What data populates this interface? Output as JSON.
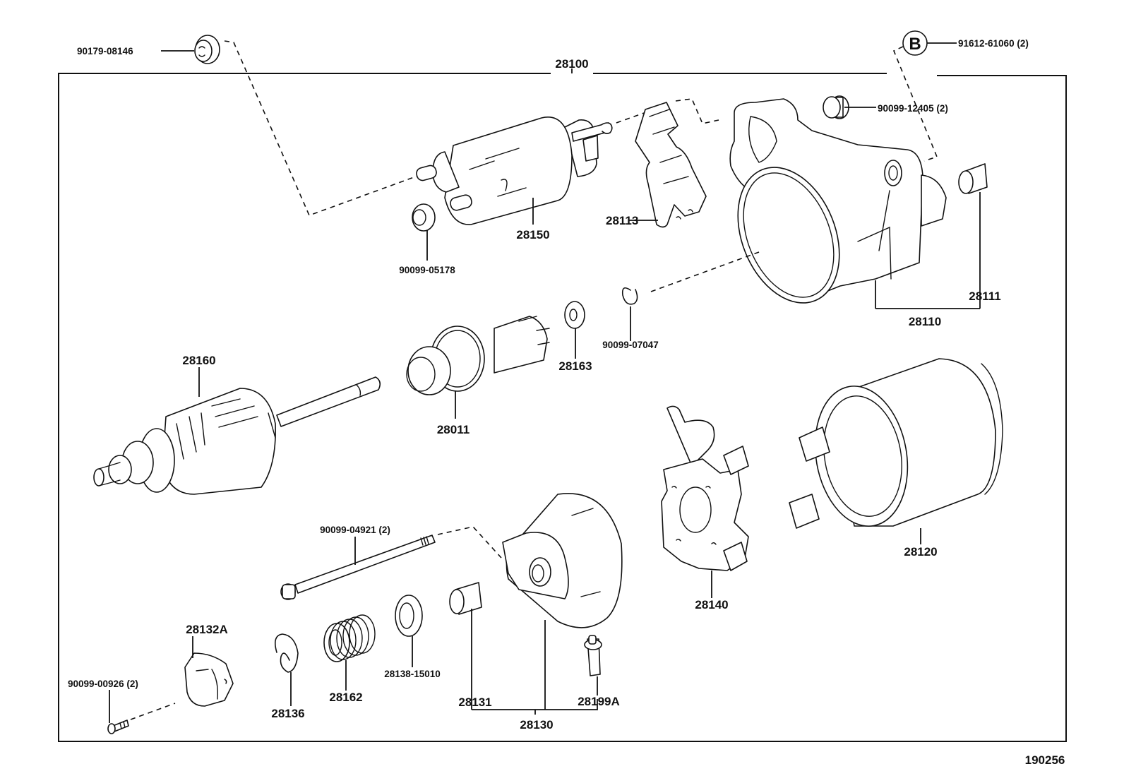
{
  "diagram": {
    "type": "exploded-parts-diagram",
    "subject": "starter motor assembly",
    "assembly_number": "28100",
    "figure_id": "190256",
    "callout_marker": "B",
    "labels": {
      "p90179_08146": "90179-08146",
      "p91612_61060": "91612-61060 (2)",
      "p28100": "28100",
      "p90099_12405": "90099-12405 (2)",
      "p28150": "28150",
      "p28113": "28113",
      "p90099_05178": "90099-05178",
      "p28111": "28111",
      "p28110": "28110",
      "p90099_07047": "90099-07047",
      "p28160": "28160",
      "p28163": "28163",
      "p28011": "28011",
      "p28140": "28140",
      "p28120": "28120",
      "p90099_04921": "90099-04921 (2)",
      "p28132A": "28132A",
      "p90099_00926": "90099-00926 (2)",
      "p28136": "28136",
      "p28162": "28162",
      "p28138_15010": "28138-15010",
      "p28131": "28131",
      "p28199A": "28199A",
      "p28130": "28130"
    }
  }
}
